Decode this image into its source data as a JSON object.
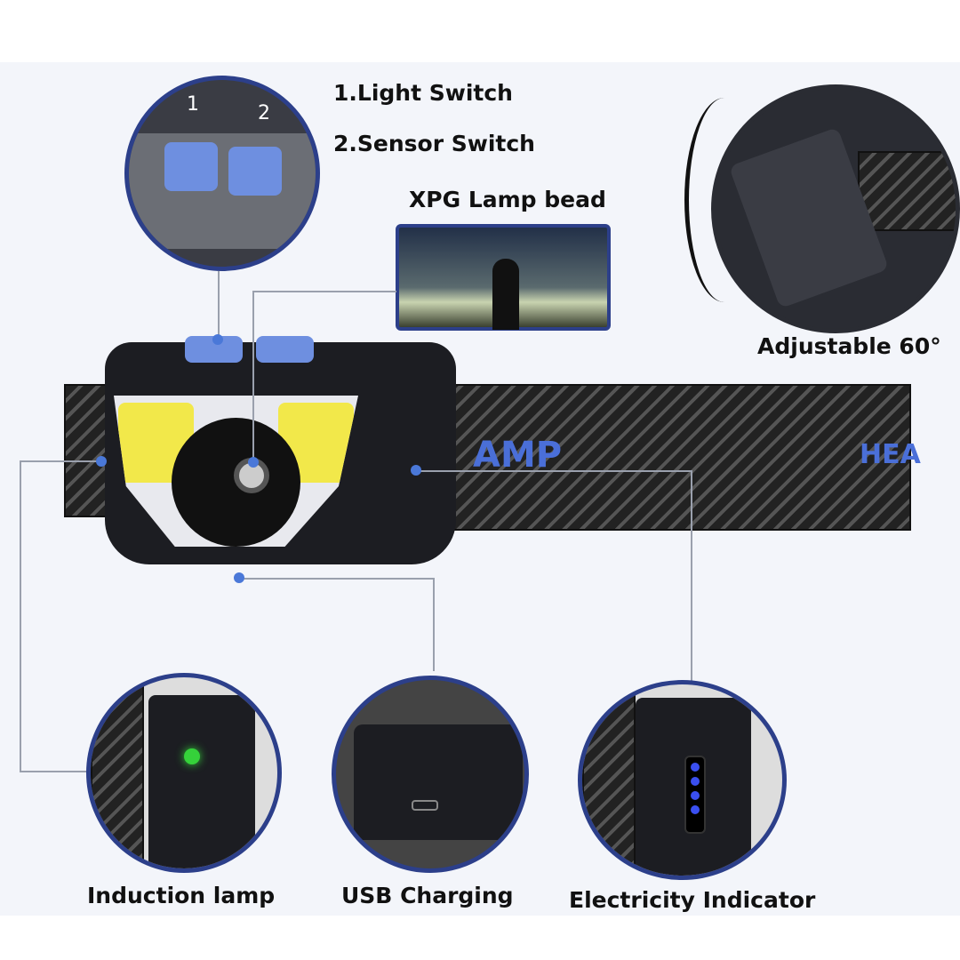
{
  "labels": {
    "light_switch": "1.Light Switch",
    "sensor_switch": "2.Sensor Switch",
    "lamp_bead": "XPG Lamp bead",
    "adjustable": "Adjustable 60°",
    "induction": "Induction lamp",
    "usb": "USB Charging",
    "indicator": "Electricity Indicator"
  },
  "switch_numbers": [
    "1",
    "2"
  ],
  "strap_text": [
    "AMP",
    "HEA"
  ],
  "colors": {
    "accent": "#2c3f8a",
    "button": "#6e8fe0",
    "cob_light": "#f2e84a",
    "green_led": "#35d13a",
    "blue_led": "#3a4ff0"
  }
}
